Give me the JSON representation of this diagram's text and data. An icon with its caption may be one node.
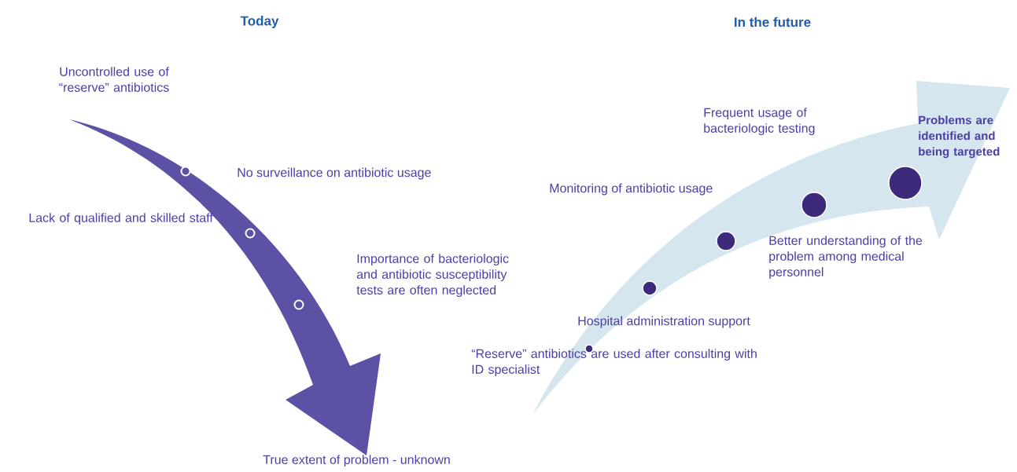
{
  "diagram": {
    "labels": [
      "Today",
      "In the future",
      "Uncontrolled use of “reserve” antibiotics",
      "No surveillance on antibiotic usage",
      "Lack of qualified and skilled staff",
      "Importance of bacteriologic and antibiotic susceptibility tests are often neglected",
      "True extent of problem - unknown",
      "Frequent usage of bacteriologic testing",
      "Problems are identified and being targeted",
      "Monitoring of antibiotic usage",
      "Better understanding of the problem among medical personnel",
      "Hospital administration support",
      "“Reserve” antibiotics are used after consulting with ID specialist"
    ]
  }
}
